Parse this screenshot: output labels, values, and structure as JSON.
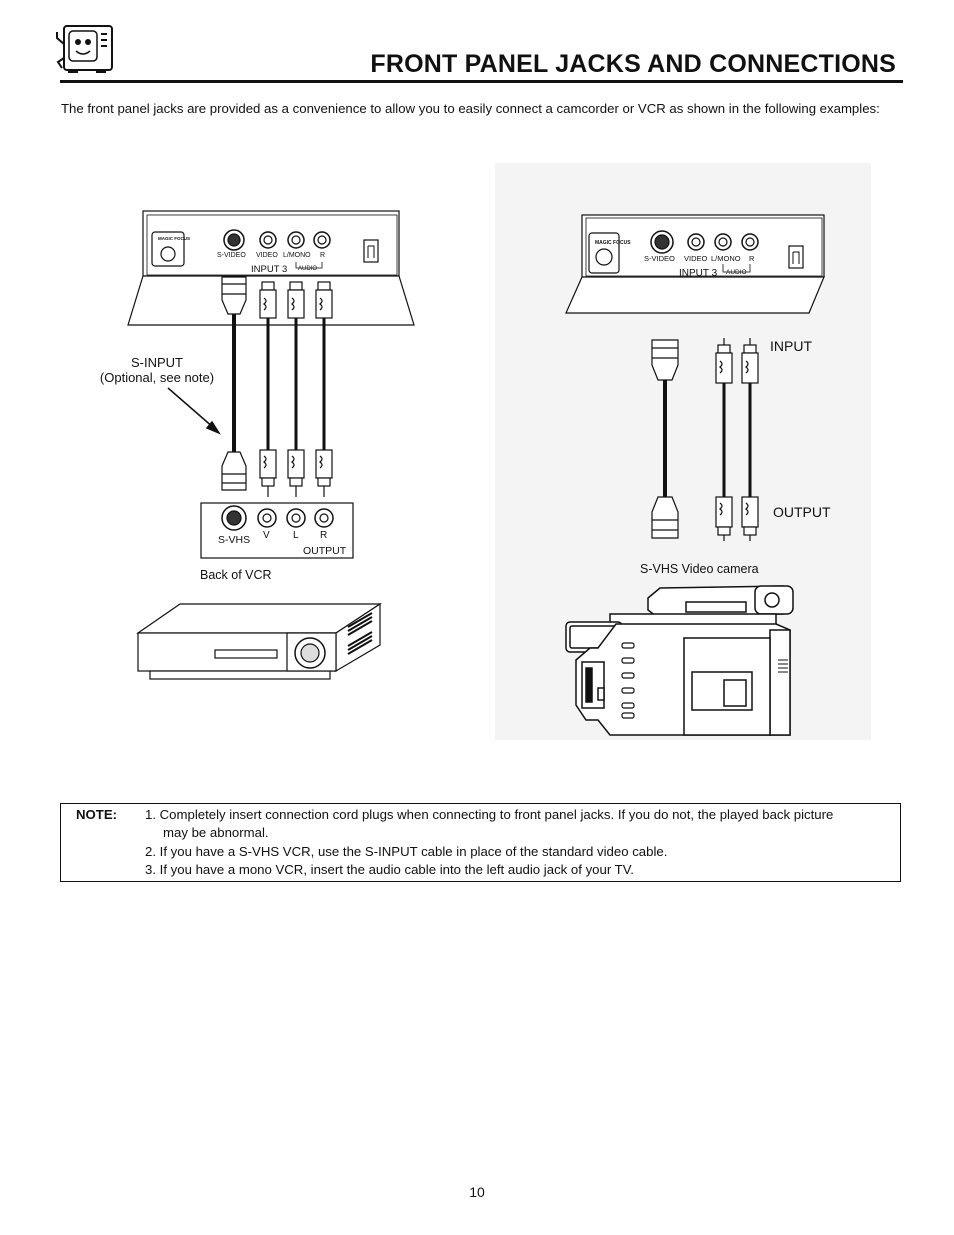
{
  "header": {
    "title": "FRONT PANEL JACKS AND CONNECTIONS",
    "mascot_icon": "tv-mascot-icon"
  },
  "intro_text": "The front panel jacks are provided as a convenience to allow you to easily connect a camcorder or VCR as shown in the following examples:",
  "left_diagram": {
    "panel_labels": {
      "magic_focus": "MAGIC FOCUS",
      "s_video": "S-VIDEO",
      "video": "VIDEO",
      "l_mono": "L/MONO",
      "r": "R",
      "input3": "INPUT 3",
      "audio": "AUDIO"
    },
    "s_input_label": "S-INPUT",
    "s_input_note": "(Optional, see note)",
    "vcr_labels": {
      "s_vhs": "S-VHS",
      "v": "V",
      "l": "L",
      "r": "R",
      "output": "OUTPUT"
    },
    "back_of_vcr": "Back of VCR"
  },
  "right_diagram": {
    "panel_labels": {
      "magic_focus": "MAGIC FOCUS",
      "s_video": "S-VIDEO",
      "video": "VIDEO",
      "l_mono": "L/MONO",
      "r": "R",
      "input3": "INPUT 3",
      "audio": "AUDIO"
    },
    "input_label": "INPUT",
    "output_label": "OUTPUT",
    "camera_label": "S-VHS Video camera"
  },
  "note": {
    "label": "NOTE:",
    "items": [
      "1. Completely insert connection cord plugs when connecting to front panel jacks.  If you do not, the played back picture",
      "may be abnormal.",
      "2. If you have a S-VHS VCR, use the S-INPUT cable in place of the standard video cable.",
      "3. If you have a mono VCR, insert the audio cable into the left audio jack of your TV."
    ]
  },
  "page_number": "10"
}
